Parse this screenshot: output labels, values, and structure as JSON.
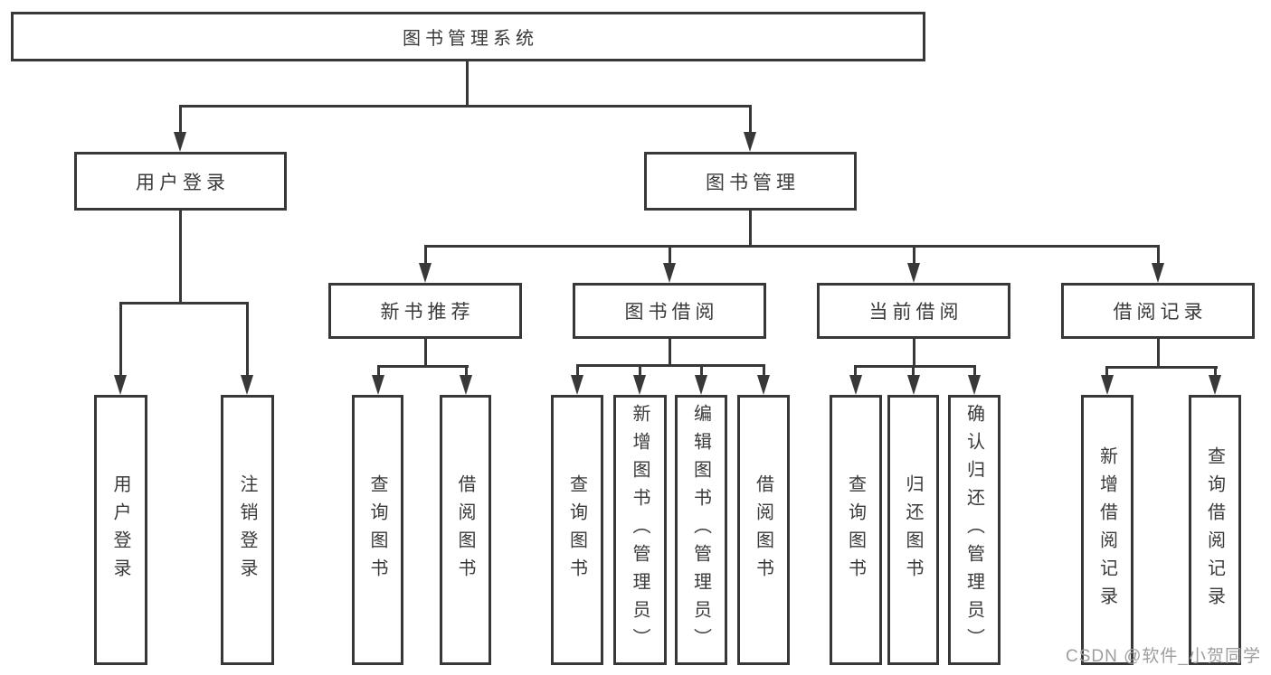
{
  "colors": {
    "line": "#383838",
    "text": "#3a3a3a",
    "bg": "#ffffff",
    "watermark": "#9e9e9e"
  },
  "watermark": {
    "text": "CSDN @软件_小贺同学"
  },
  "tree": {
    "root": {
      "label": "图书管理系统",
      "children": [
        {
          "label": "用户登录",
          "children": [
            {
              "label": "用户登录"
            },
            {
              "label": "注销登录"
            }
          ]
        },
        {
          "label": "图书管理",
          "children": [
            {
              "label": "新书推荐",
              "children": [
                {
                  "label": "查询图书"
                },
                {
                  "label": "借阅图书"
                }
              ]
            },
            {
              "label": "图书借阅",
              "children": [
                {
                  "label": "查询图书"
                },
                {
                  "label": "新增图书（管理员）"
                },
                {
                  "label": "编辑图书（管理员）"
                },
                {
                  "label": "借阅图书"
                }
              ]
            },
            {
              "label": "当前借阅",
              "children": [
                {
                  "label": "查询图书"
                },
                {
                  "label": "归还图书"
                },
                {
                  "label": "确认归还（管理员）"
                }
              ]
            },
            {
              "label": "借阅记录",
              "children": [
                {
                  "label": "新增借阅记录"
                },
                {
                  "label": "查询借阅记录"
                }
              ]
            }
          ]
        }
      ]
    }
  }
}
